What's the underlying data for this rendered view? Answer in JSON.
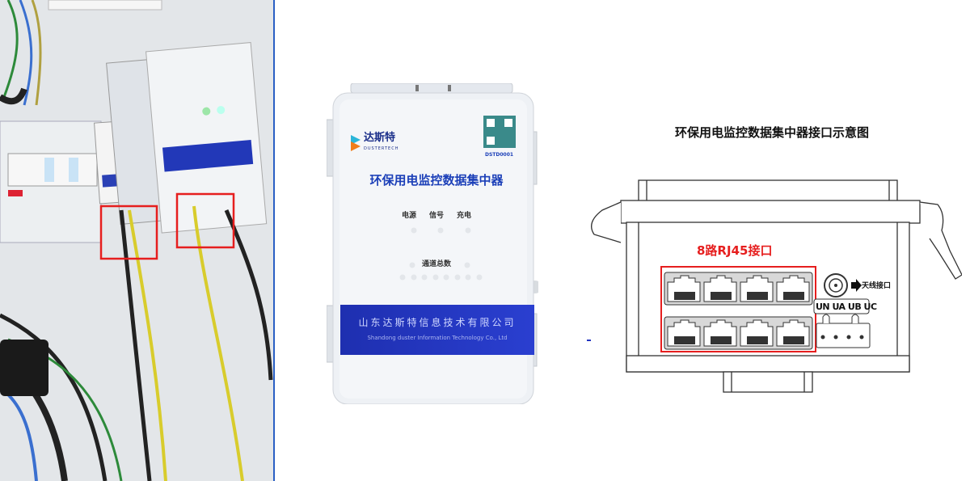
{
  "photo": {
    "description_labels": [],
    "highlight_color": "#e61e1e"
  },
  "device": {
    "brand_cn": "达斯特",
    "brand_en": "DUSTERTECH",
    "qr_id": "DSTD0001",
    "title": "环保用电监控数据集中器",
    "leds": [
      "电源",
      "信号",
      "充电"
    ],
    "channel_label": "通道总数",
    "company_cn": "山东达斯特信息技术有限公司",
    "company_en": "Shandong duster Information Technology Co., Ltd",
    "band_color": "#2234c0"
  },
  "diagram": {
    "title": "环保用电监控数据集中器接口示意图",
    "rj45_label": "8路RJ45接口",
    "antenna_label": "天线接口",
    "phase_label": "UN UA UB UC",
    "highlight_color": "#e61e1e"
  }
}
